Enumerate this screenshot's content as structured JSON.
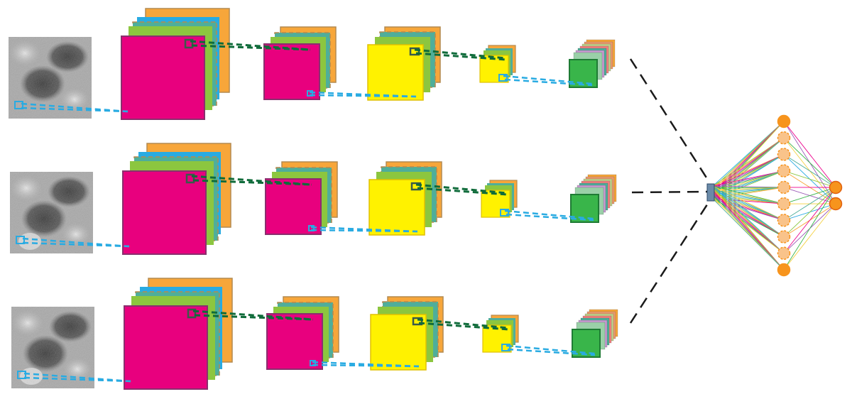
{
  "diagram": {
    "branch_count": 3,
    "colors": {
      "pink": "#e8007e",
      "pink_border": "#8a2f6e",
      "yellow": "#fff200",
      "yellow_border": "#e0c000",
      "green": "#39b54a",
      "green_border": "#1e7b34",
      "orange": "#f7a63a",
      "orange_border": "#b48a50",
      "cyan": "#29abe2",
      "light_green": "#8cc63f",
      "teal": "#4fae9a",
      "dark_green": "#0f6b3a",
      "dark_gray_box": "#3a5a4a",
      "neuron_fill": "#f9c38a",
      "neuron_border": "#f7941d",
      "output_fill": "#f7941d",
      "output_border": "#e06010",
      "black": "#1a1a1a"
    },
    "fc": {
      "hidden_neurons": 10,
      "output_neurons": 2,
      "line_colors": [
        "#29abe2",
        "#8cc63f",
        "#f7a63a",
        "#ec008c",
        "#9b59b6",
        "#39b54a",
        "#f4d03f",
        "#4fae9a"
      ]
    }
  }
}
